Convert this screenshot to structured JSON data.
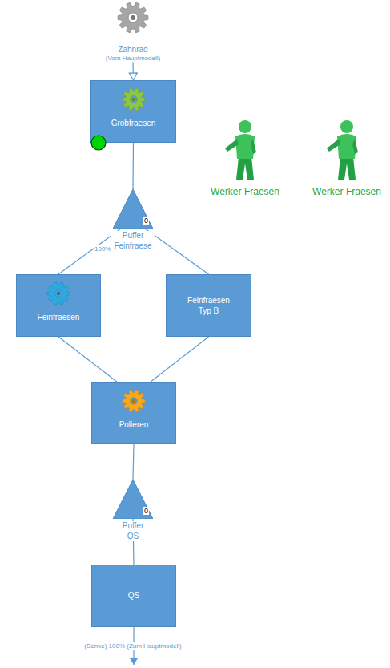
{
  "diagram": {
    "nodes": [
      {
        "text": [
          "Zahnrad",
          "(Vom Hauptmodell)"
        ]
      },
      {
        "text": [
          "Grobfraesen"
        ]
      },
      {
        "text": [
          "0",
          "Puffer Feinfraese"
        ]
      },
      {
        "text": [
          "Feinfraesen"
        ]
      },
      {
        "text": [
          "Feinfraesen Typ B"
        ]
      },
      {
        "text": [
          "Polieren"
        ]
      },
      {
        "text": [
          "0",
          "Puffer QS"
        ]
      },
      {
        "text": [
          "QS"
        ]
      }
    ],
    "edges": [
      {
        "from": 0,
        "to": 1,
        "arrow": "to"
      },
      {
        "from": 1,
        "to": 2,
        "arrow": "none"
      },
      {
        "from": 2,
        "to": 3,
        "label": "100%",
        "arrow": "none"
      },
      {
        "from": 2,
        "to": 4,
        "arrow": "none"
      },
      {
        "from": 3,
        "to": 5,
        "arrow": "none"
      },
      {
        "from": 4,
        "to": 5,
        "arrow": "none"
      },
      {
        "from": 5,
        "to": 6,
        "arrow": "none"
      },
      {
        "from": 6,
        "to": 7,
        "arrow": "none"
      }
    ],
    "labels": [
      "Werker Fraesen",
      "Werker Fraesen",
      "(Senke) 100% (Zum Hauptmodell)"
    ]
  }
}
